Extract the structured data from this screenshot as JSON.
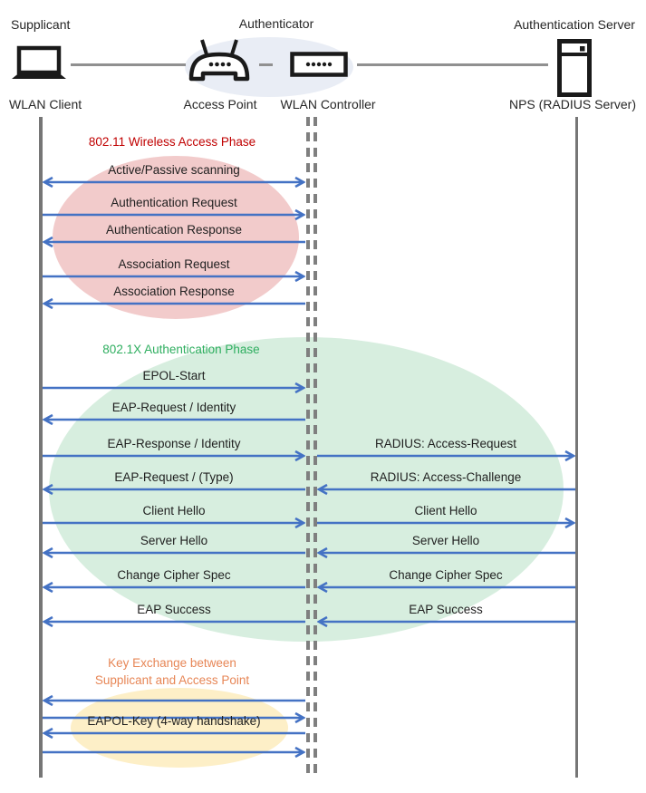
{
  "actors": {
    "supplicant": {
      "role": "Supplicant",
      "device": "WLAN Client"
    },
    "authenticator": {
      "role": "Authenticator",
      "devices": [
        "Access Point",
        "WLAN Controller"
      ]
    },
    "authentication_server": {
      "role": "Authentication Server",
      "device": "NPS (RADIUS Server)"
    }
  },
  "phases": [
    {
      "title": "802.11 Wireless Access Phase",
      "title_color": "#C00000",
      "ellipse_color": "#F2CBCB"
    },
    {
      "title": "802.1X Authentication Phase",
      "title_color": "#2EAE5F",
      "ellipse_color": "#D7EEDF"
    },
    {
      "title_line1": "Key Exchange between",
      "title_line2": "Supplicant and Access Point",
      "title_color": "#E78656",
      "ellipse_color": "#FDEFC7"
    }
  ],
  "messages": {
    "supplicant_to_controller": [
      {
        "label": "Active/Passive scanning",
        "direction": "both"
      },
      {
        "label": "Authentication Request",
        "direction": "right"
      },
      {
        "label": "Authentication Response",
        "direction": "left"
      },
      {
        "label": "Association Request",
        "direction": "right"
      },
      {
        "label": "Association Response",
        "direction": "left"
      },
      {
        "label": "EPOL-Start",
        "direction": "right"
      },
      {
        "label": "EAP-Request / Identity",
        "direction": "left"
      },
      {
        "label": "EAP-Response / Identity",
        "direction": "right"
      },
      {
        "label": "EAP-Request / (Type)",
        "direction": "left"
      },
      {
        "label": "Client Hello",
        "direction": "right"
      },
      {
        "label": "Server Hello",
        "direction": "left"
      },
      {
        "label": "Change Cipher Spec",
        "direction": "left"
      },
      {
        "label": "EAP Success",
        "direction": "left"
      },
      {
        "label": "",
        "direction": "left"
      },
      {
        "label": "",
        "direction": "right"
      },
      {
        "label": "EAPOL-Key (4-way handshake)",
        "direction": "left"
      },
      {
        "label": "",
        "direction": "right"
      }
    ],
    "controller_to_server": [
      {
        "label": "RADIUS: Access-Request",
        "direction": "right"
      },
      {
        "label": "RADIUS: Access-Challenge",
        "direction": "left"
      },
      {
        "label": "Client Hello",
        "direction": "right"
      },
      {
        "label": "Server Hello",
        "direction": "left"
      },
      {
        "label": "Change Cipher Spec",
        "direction": "left"
      },
      {
        "label": "EAP Success",
        "direction": "left"
      }
    ]
  },
  "colors": {
    "arrow": "#4472C4",
    "lifeline_solid": "#767676",
    "lifeline_dashed": "#7F7F7F",
    "connector": "#909090",
    "authenticator_bg": "#E9EDF5",
    "icon_stroke": "#1A1A1A",
    "label_text": "#1F1F1F"
  }
}
